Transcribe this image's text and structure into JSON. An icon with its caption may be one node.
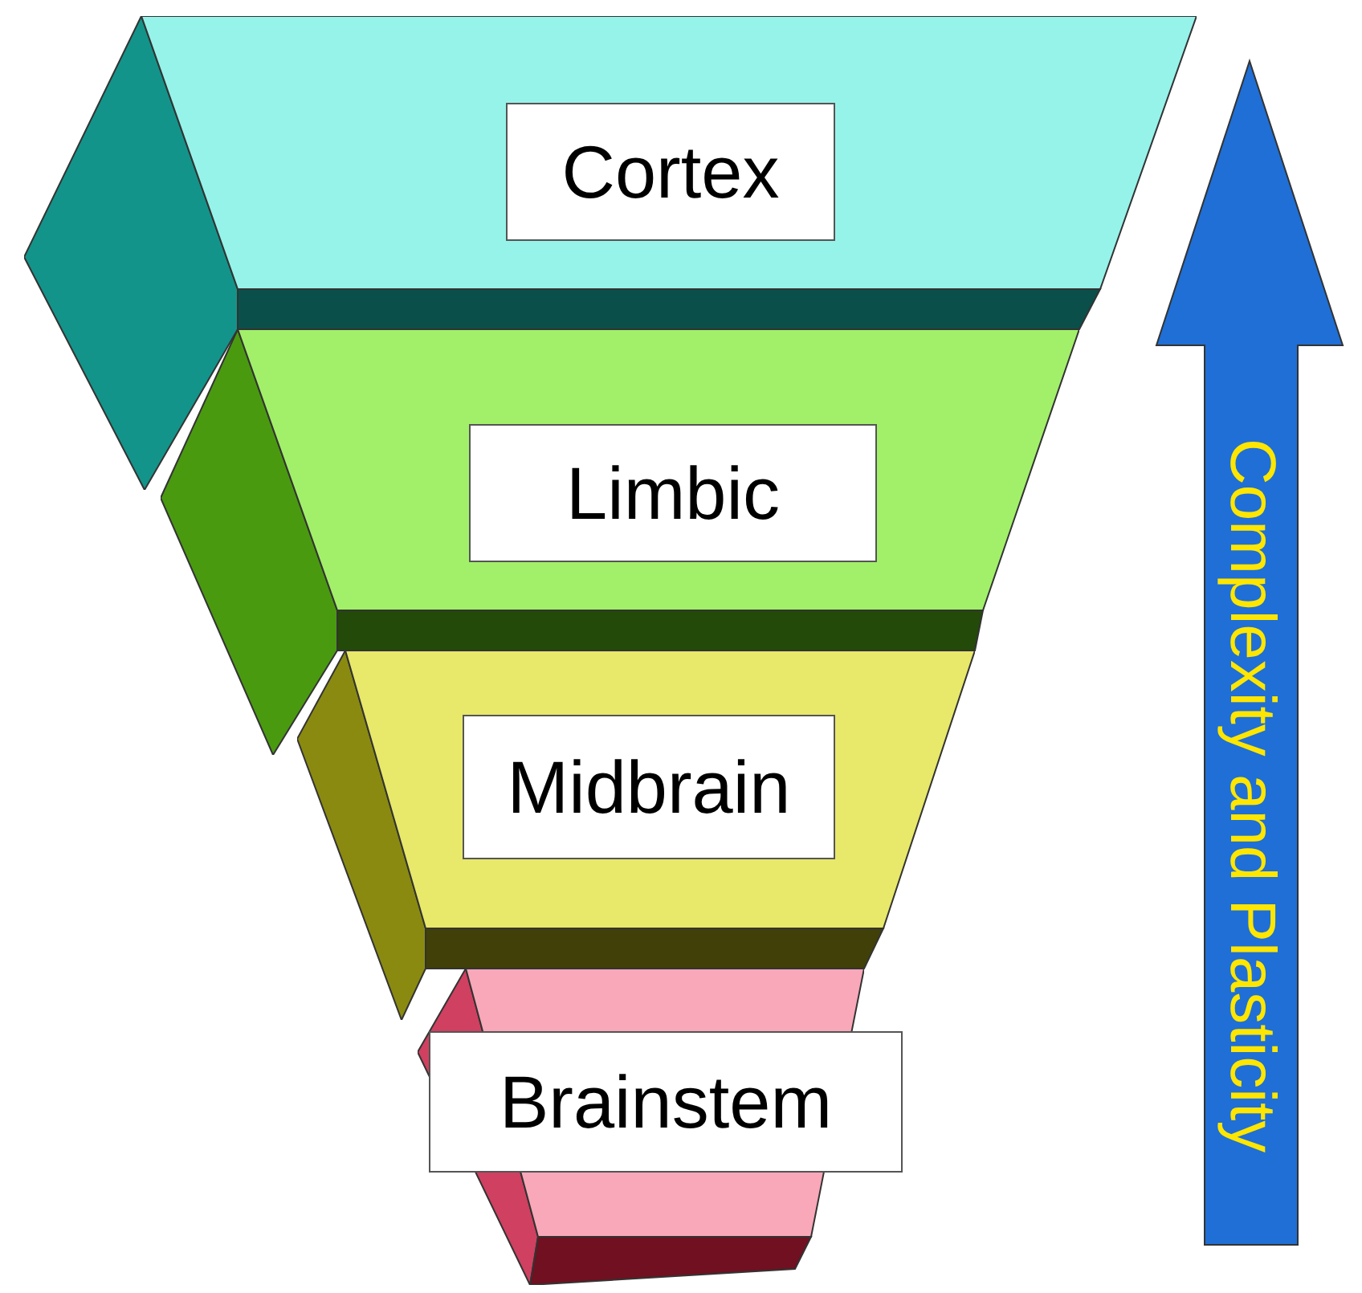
{
  "diagram": {
    "nodes": [
      {
        "text": [
          "Cortex"
        ]
      },
      {
        "text": [
          "Limbic"
        ]
      },
      {
        "text": [
          "Midbrain"
        ]
      },
      {
        "text": [
          "Brainstem"
        ]
      },
      {
        "text": [
          "Complexity and Plasticity"
        ]
      }
    ]
  }
}
